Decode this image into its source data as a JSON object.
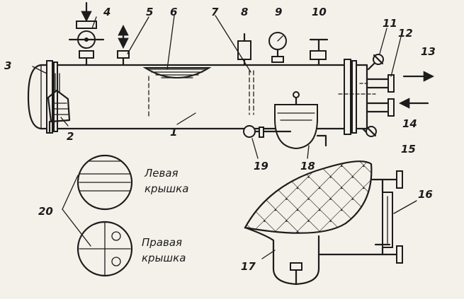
{
  "labels": {
    "n1": "1",
    "n2": "2",
    "n3": "3",
    "n4": "4",
    "n5": "5",
    "n6": "6",
    "n7": "7",
    "n8": "8",
    "n9": "9",
    "n10": "10",
    "n11": "11",
    "n12": "12",
    "n13": "13",
    "n14": "14",
    "n15": "15",
    "n16": "16",
    "n17": "17",
    "n18": "18",
    "n19": "19",
    "n20": "20"
  },
  "captions": {
    "left_cover_line1": "Левая",
    "left_cover_line2": "крышка",
    "right_cover_line1": "Правая",
    "right_cover_line2": "крышка"
  }
}
